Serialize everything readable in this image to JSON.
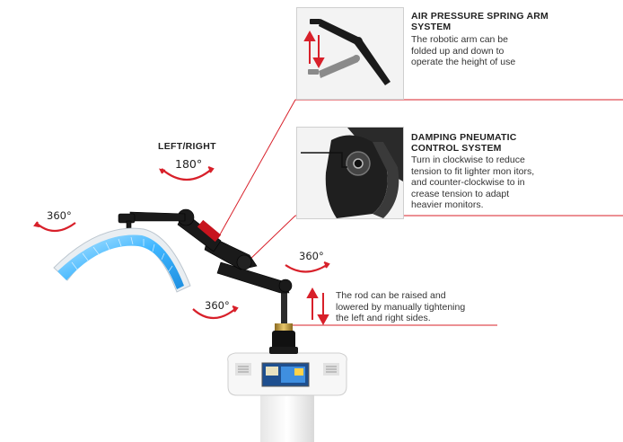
{
  "features": {
    "air_spring": {
      "title": "AIR PRESSURE SPRING ARM\nSYSTEM",
      "body": "The robotic arm can be\nfolded up and down to\noperate the height of use"
    },
    "damping": {
      "title": "DAMPING PNEUMATIC\nCONTROL SYSTEM",
      "body": "Turn in clockwise to reduce\ntension to fit lighter mon itors,\nand counter-clockwise to in\ncrease tension to adapt\nheavier monitors."
    },
    "rod": {
      "body": "The rod can be raised and\nlowered by manually tightening\nthe left and right sides."
    }
  },
  "rotation": {
    "left_right_label": "LEFT/RIGHT",
    "head_angle": "180°",
    "panel_angle": "360°",
    "joint_angle": "360°",
    "base_angle": "360°"
  },
  "colors": {
    "accent_red": "#d8202a",
    "led_blue": "#3fb6ff",
    "arm_black": "#1a1a1a"
  }
}
